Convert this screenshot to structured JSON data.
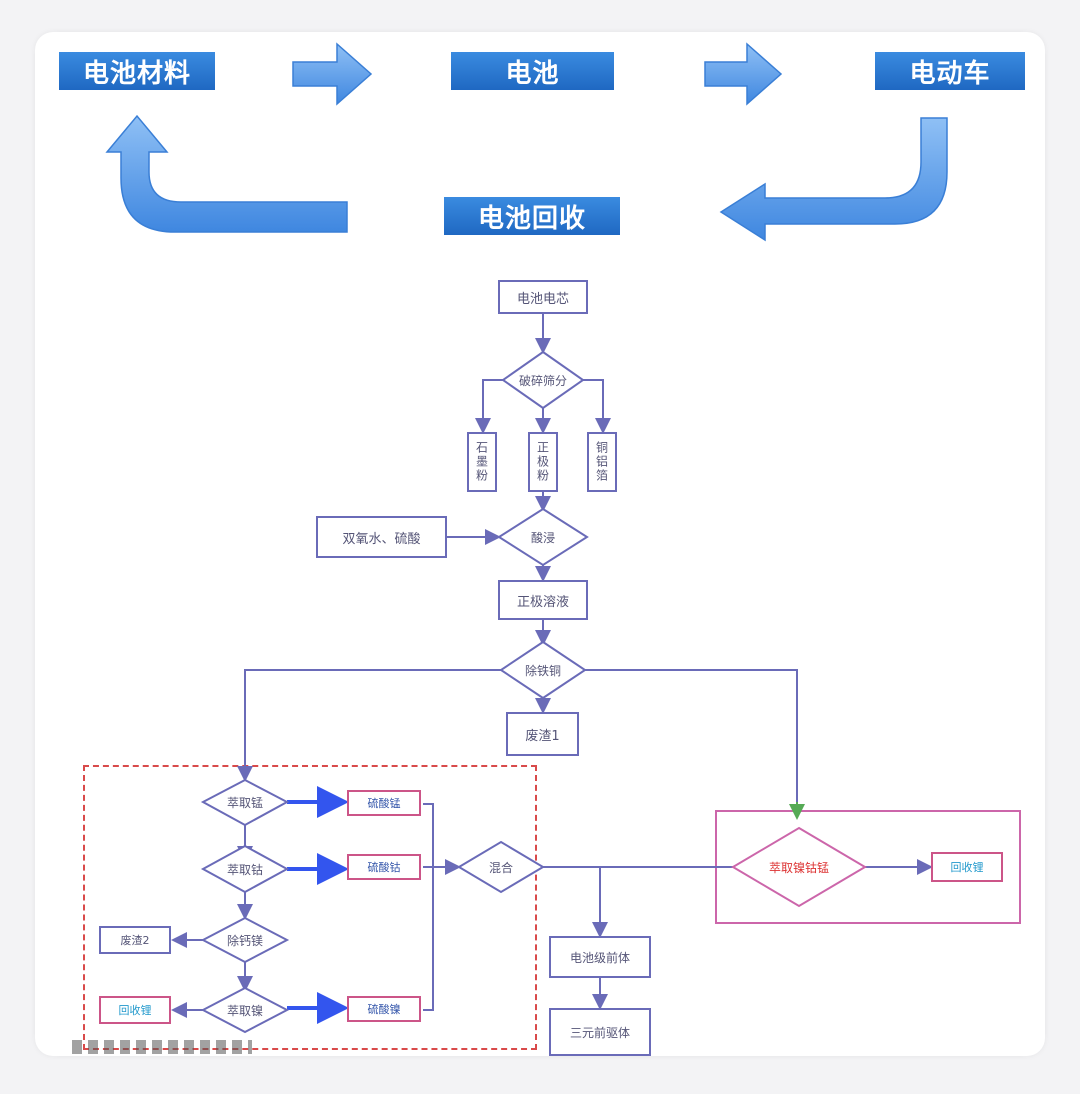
{
  "top_cycle": {
    "materials": "电池材料",
    "battery": "电池",
    "ev": "电动车",
    "recycling": "电池回收"
  },
  "flow": {
    "cells": "电池电芯",
    "crush": "破碎筛分",
    "graphite": "石墨粉",
    "cathode_powder": "正极粉",
    "foil": "铜铝箔",
    "reagents": "双氧水、硫酸",
    "leach": "酸浸",
    "cathode_solution": "正极溶液",
    "remove_fe_cu": "除铁铜",
    "residue1": "废渣1",
    "extract_mn": "萃取锰",
    "mn_sulfate": "硫酸锰",
    "extract_co": "萃取钴",
    "co_sulfate": "硫酸钴",
    "remove_ca_mg": "除钙镁",
    "residue2": "废渣2",
    "extract_ni": "萃取镍",
    "ni_sulfate": "硫酸镍",
    "recovered_left": "回收锂",
    "mix": "混合",
    "co_extract_nicomn": "萃取镍钴锰",
    "recovered_right": "回收锂",
    "precursor": "电池级前体",
    "ternary": "三元前驱体"
  },
  "colors": {
    "banner": "#1f68c2",
    "arrow": "#5a9be8",
    "line": "#6a6bb8",
    "dashed_region": "#d94a4a",
    "pink_region": "#cc66aa"
  }
}
